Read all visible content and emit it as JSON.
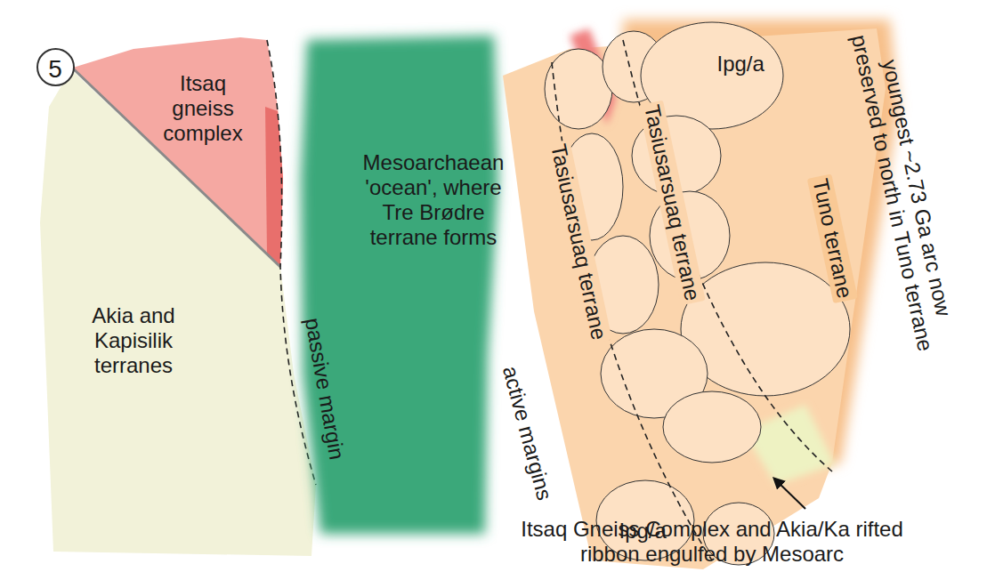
{
  "diagram": {
    "nodes": [
      {
        "text": [
          "5"
        ]
      },
      {
        "text": [
          "Itsaq gneiss complex"
        ]
      },
      {
        "text": [
          "Akia and Kapisilik terranes"
        ]
      },
      {
        "text": [
          "Mesoarchaean 'ocean', where Tre Brødre terrane forms"
        ]
      },
      {
        "text": [
          "Tasiusarsuaq terrane"
        ]
      },
      {
        "text": [
          "Tasiusarsuaq terrane"
        ]
      },
      {
        "text": [
          "Tuno terrane"
        ]
      },
      {
        "text": [
          "Ipg/a"
        ]
      },
      {
        "text": [
          "Ipg/a"
        ]
      }
    ],
    "labels": [
      "passive margin",
      "active margins",
      "youngest ~2.73 Ga arc now preserved to north in Tuno terrane",
      "Itsaq Gneiss Complex and Akia/Ka rifted ribbon engulfed by Mesoarc"
    ]
  }
}
